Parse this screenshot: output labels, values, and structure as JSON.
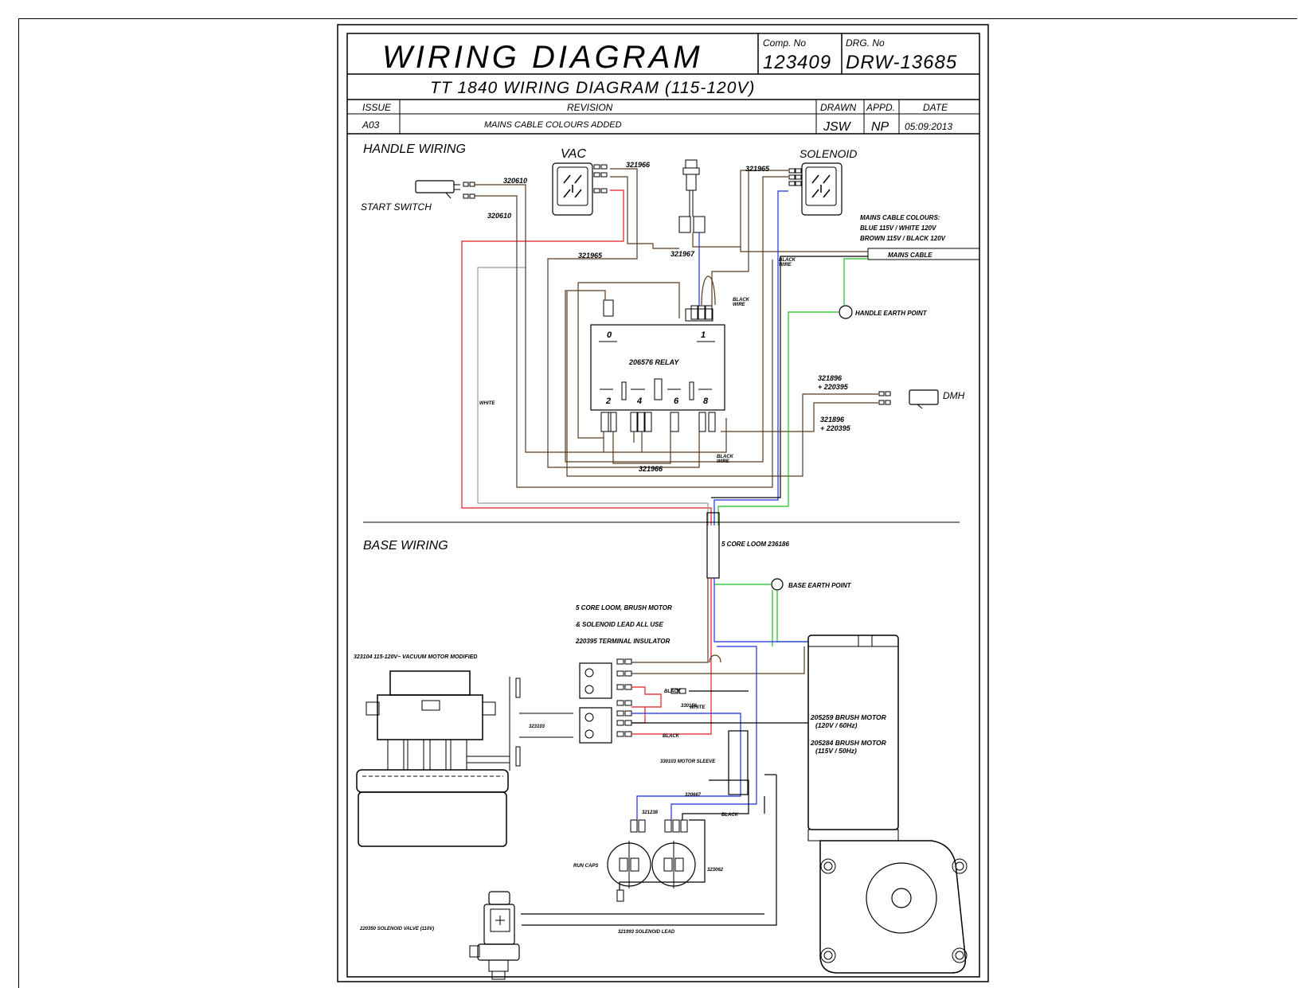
{
  "title_block": {
    "main_title": "WIRING DIAGRAM",
    "comp_no_label": "Comp. No",
    "comp_no": "123409",
    "drg_no_label": "DRG. No",
    "drg_no": "DRW-13685",
    "subtitle": "TT 1840 WIRING DIAGRAM (115-120V)",
    "issue_label": "ISSUE",
    "revision_label": "REVISION",
    "drawn_label": "DRAWN",
    "appd_label": "APPD.",
    "date_label": "DATE",
    "issue": "A03",
    "revision": "MAINS CABLE COLOURS ADDED",
    "drawn": "JSW",
    "appd": "NP",
    "date": "05:09:2013"
  },
  "handle": {
    "heading": "HANDLE WIRING",
    "vac": "VAC",
    "solenoid": "SOLENOID",
    "start_switch": "START SWITCH",
    "mains_colours_title": "MAINS CABLE COLOURS:",
    "mains_colours_1": "BLUE 115V / WHITE 120V",
    "mains_colours_2": "BROWN 115V / BLACK 120V",
    "mains_cable": "MAINS CABLE",
    "handle_earth": "HANDLE EARTH POINT",
    "dmh": "DMH",
    "relay": "206576 RELAY",
    "relay_pins": [
      "0",
      "1",
      "2",
      "4",
      "6",
      "8"
    ],
    "w320610a": "320610",
    "w320610b": "320610",
    "w321966a": "321966",
    "w321966b": "321966",
    "w321965a": "321965",
    "w321965b": "321965",
    "w321967": "321967",
    "w321896a": "321896",
    "w220395a": "+ 220395",
    "w321896b": "321896",
    "w220395b": "+ 220395",
    "black_wire": "BLACK",
    "wire_word": "WIRE",
    "white": "WHITE"
  },
  "base": {
    "heading": "BASE WIRING",
    "loom": "5 CORE LOOM 236186",
    "base_earth": "BASE EARTH POINT",
    "note1": "5 CORE LOOM, BRUSH MOTOR",
    "note2": "& SOLENOID LEAD ALL USE",
    "note3": "220395 TERMINAL INSULATOR",
    "vac_motor": "323104 115-120V~ VACUUM MOTOR MODIFIED",
    "w323103": "323103",
    "black": "BLACK",
    "white": "WHITE",
    "w330156": "330156",
    "brush1": "205259 BRUSH MOTOR",
    "brush1b": "(120V / 60Hz)",
    "brush2": "205284 BRUSH MOTOR",
    "brush2b": "(115V / 50Hz)",
    "sleeve": "330103 MOTOR SLEEVE",
    "w320667": "320667",
    "w321238": "321238",
    "run_caps": "RUN CAPS",
    "w323062": "323062",
    "solenoid_valve": "220350 SOLENOID VALVE (110V)",
    "solenoid_lead": "321993 SOLENOID LEAD"
  }
}
